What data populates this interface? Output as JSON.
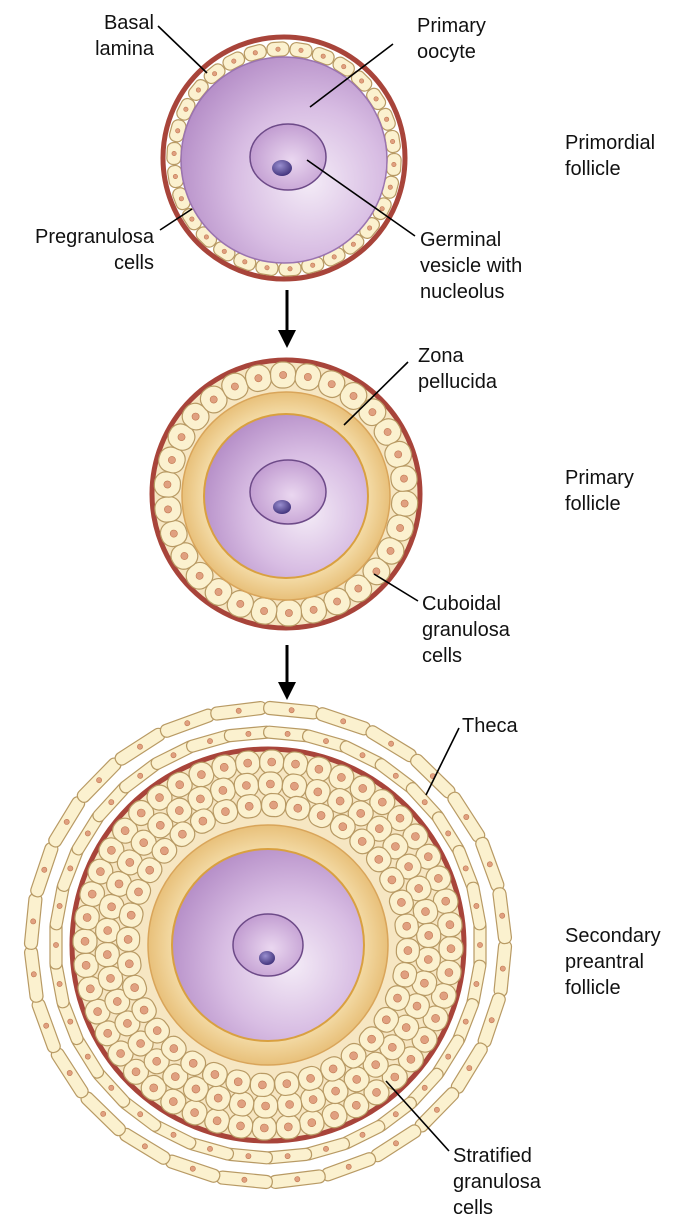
{
  "labels": {
    "basal_lamina": [
      "Basal",
      "lamina"
    ],
    "primary_oocyte": [
      "Primary",
      "oocyte"
    ],
    "pregranulosa_cells": [
      "Pregranulosa",
      "cells"
    ],
    "germinal_vesicle": [
      "Germinal",
      "vesicle with",
      "nucleolus"
    ],
    "zona_pellucida": [
      "Zona",
      "pellucida"
    ],
    "cuboidal_granulosa": [
      "Cuboidal",
      "granulosa",
      "cells"
    ],
    "theca": [
      "Theca"
    ],
    "stratified_granulosa": [
      "Stratified",
      "granulosa",
      "cells"
    ]
  },
  "stages": {
    "primordial": [
      "Primordial",
      "follicle"
    ],
    "primary": [
      "Primary",
      "follicle"
    ],
    "secondary": [
      "Secondary",
      "preantral",
      "follicle"
    ]
  },
  "colors": {
    "basal_lamina": "#a8443a",
    "cell_fill": "#fbf1cf",
    "cell_edge": "#b89a64",
    "nucleus": "#e0a080",
    "zona": "#f2d89c",
    "zona_edge": "#d7a050",
    "oocyte": "#caa6d8",
    "oocyte_light": "#efe2f4",
    "nucleolus": "#4d3f87"
  }
}
